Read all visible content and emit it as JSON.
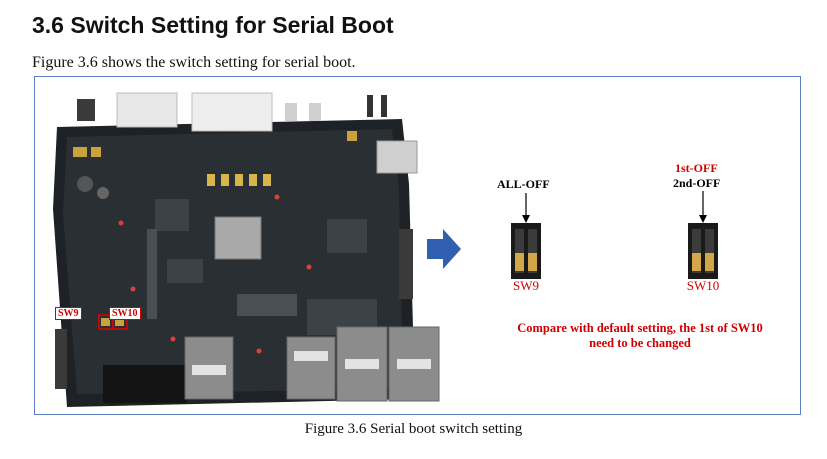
{
  "section_title": "3.6 Switch Setting for Serial Boot",
  "intro_text": "Figure 3.6 shows the switch setting for serial boot.",
  "board": {
    "sw9_tag": "SW9",
    "sw10_tag": "SW10"
  },
  "sw9": {
    "setting": "ALL-OFF",
    "label": "SW9"
  },
  "sw10": {
    "setting_first": "1st-OFF",
    "setting_second": "2nd-OFF",
    "label": "SW10"
  },
  "note": {
    "line1": "Compare with default setting, the 1st of SW10",
    "line2": "need to be changed"
  },
  "caption": "Figure 3.6  Serial boot switch setting",
  "colors": {
    "accent_red": "#d00000",
    "frame_blue": "#5b7fc6",
    "arrow_blue": "#2f5fae"
  }
}
